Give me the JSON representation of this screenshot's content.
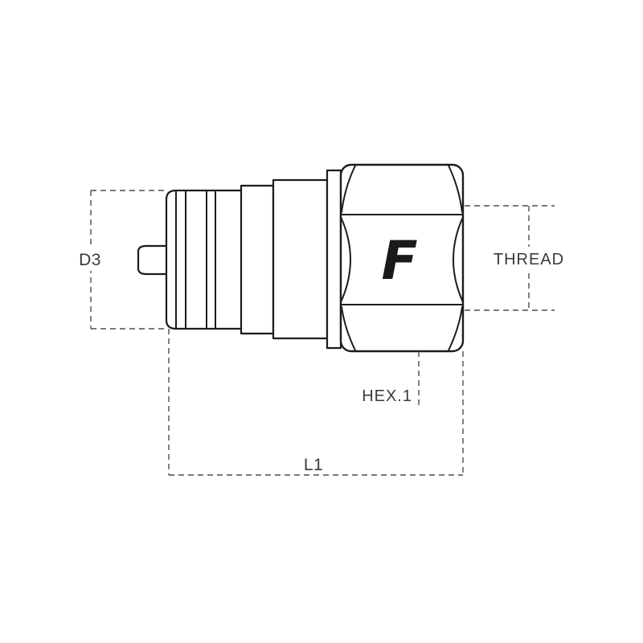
{
  "labels": {
    "d3": "D3",
    "thread": "THREAD",
    "hex": "HEX.1",
    "l1": "L1"
  },
  "logo": {
    "letter": "F"
  },
  "colors": {
    "background": "#ffffff",
    "part_stroke": "#1c1c1c",
    "dimension_stroke": "#4d4d4d",
    "label_text": "#3a3a3a"
  }
}
